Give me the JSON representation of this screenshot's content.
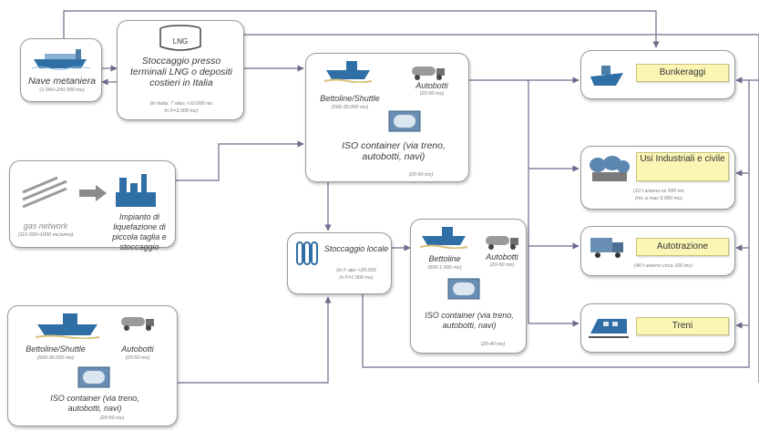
{
  "nodes": {
    "nave": {
      "title": "Nave metaniera",
      "sub": "(1.000÷200.000 mc)"
    },
    "stoccaggio_term": {
      "tank_label": "LNG",
      "text": "Stoccaggio presso terminali LNG o depositi costieri in Italia",
      "sub1": "(in Italia: 7 sites >10.000 mc",
      "sub2": "In F=3.000 mc)"
    },
    "bettoline_top": {
      "ship": "Bettoline/Shuttle",
      "ship_sub": "(500-30.000 mc)",
      "truck": "Autobotti",
      "truck_sub": "(20-50 mc)",
      "iso": "ISO container (via treno, autobotti, navi)",
      "iso_sub": "(20-50 mc)"
    },
    "gas_network": {
      "label": "gas network",
      "sub": "(110.000÷1000 mc/anno)",
      "plant": "Impianto di liquefazione di piccola taglia e stoccaggio"
    },
    "stoccaggio_locale": {
      "text": "Stoccaggio locale",
      "sub1": "(in F ater <20.000",
      "sub2": "In F=1.000 mc)"
    },
    "bettoline_mid": {
      "ship": "Bettoline",
      "ship_sub": "(500-1.000 mc)",
      "truck": "Autobotti",
      "truck_sub": "(20-50 mc)",
      "iso": "ISO container (via treno, autobotti, navi)",
      "iso_sub": "(20-40 mc)"
    },
    "bettoline_bottom": {
      "ship": "Bettoline/Shuttle",
      "ship_sub": "(500-30.000 mc)",
      "truck": "Autobotti",
      "truck_sub": "(20-50 mc)",
      "iso": "ISO container (via treno, autobotti, navi)",
      "iso_sub": "(20-50 mc)"
    }
  },
  "uses": {
    "bunkeraggi": {
      "label": "Bunkeraggi"
    },
    "industriali": {
      "label": "Usi Industriali e civile",
      "sub1": "(10 t a/anno vs 500 mc",
      "sub2": "(mc a max 5.000 mc)"
    },
    "autotrazione": {
      "label": "Autotrazione",
      "sub": "(40 t a/anno circa 100 mc)"
    },
    "treni": {
      "label": "Treni"
    }
  },
  "colors": {
    "wire": "#6f6a8e",
    "ship": "#2f6fa6",
    "yellow": "#fbf6b4"
  }
}
